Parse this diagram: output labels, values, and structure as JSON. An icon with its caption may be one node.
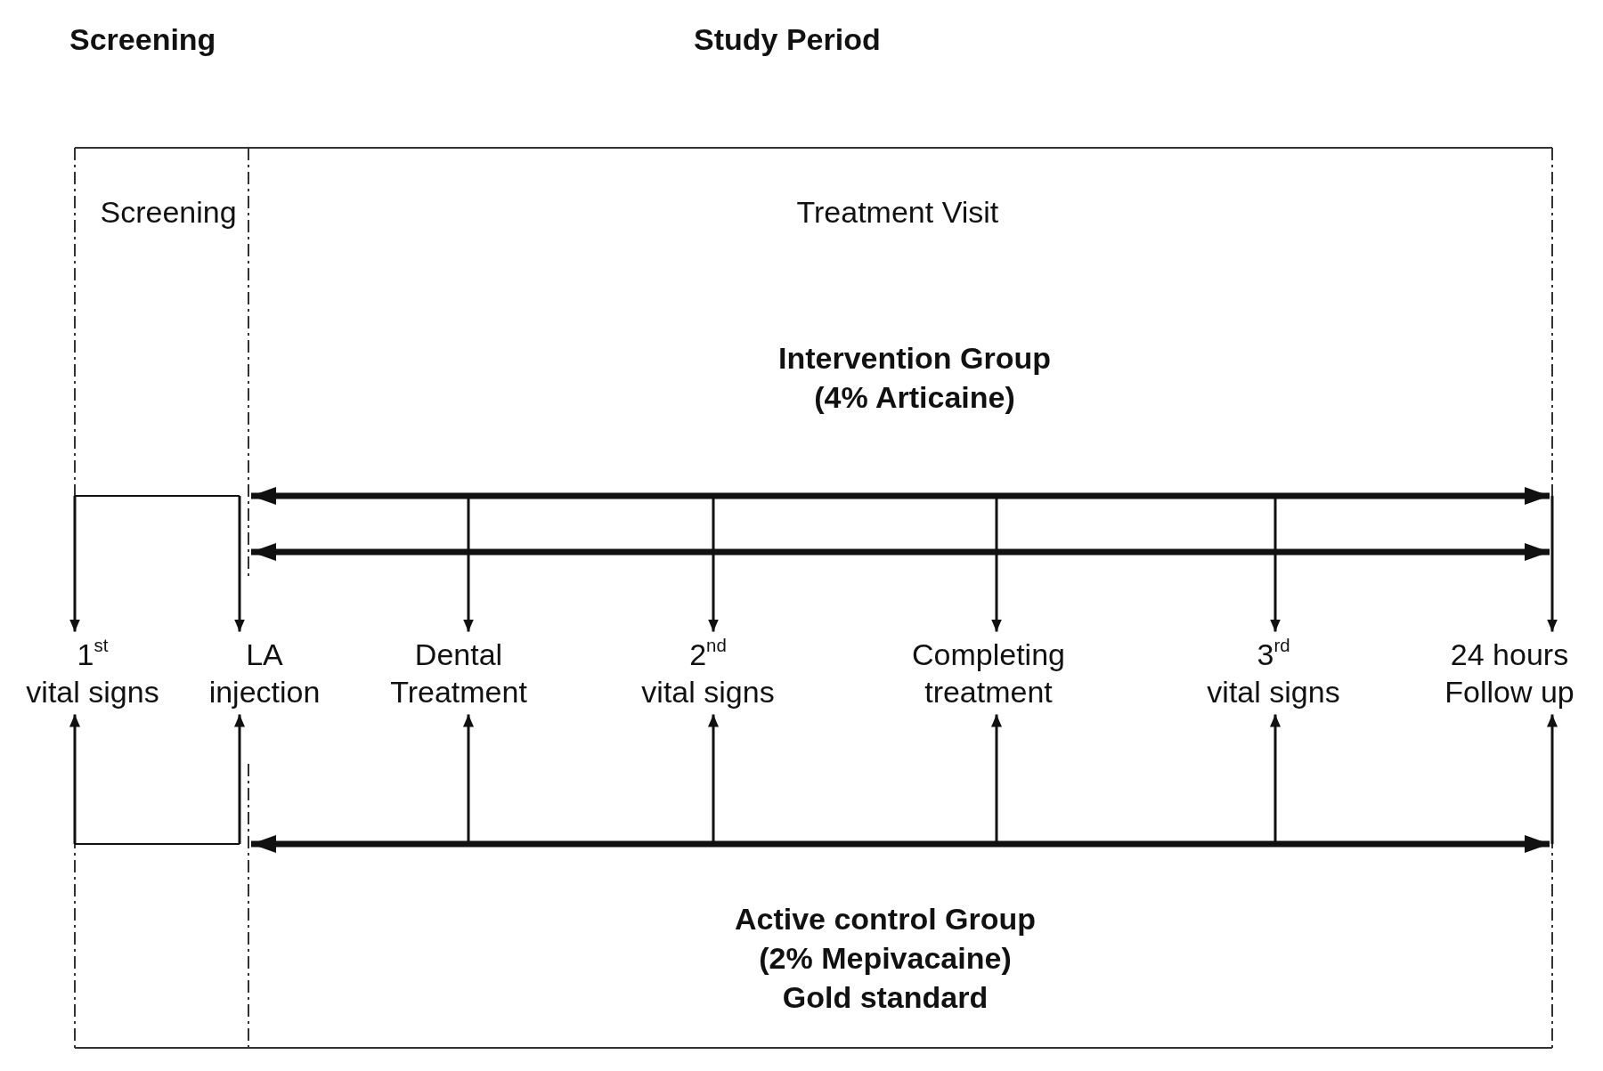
{
  "diagram": {
    "nodes": [
      {
        "text": [
          "1$^{st}$ vital signs"
        ]
      },
      {
        "text": [
          "LA injection"
        ]
      },
      {
        "text": [
          "Dental Treatment"
        ]
      },
      {
        "text": [
          "2$^{nd}$ vital signs"
        ]
      },
      {
        "text": [
          "Completing treatment"
        ]
      },
      {
        "text": [
          "3$^{rd}$ vital signs"
        ]
      },
      {
        "text": [
          "24 hours Follow up"
        ]
      }
    ],
    "edges": [
      {
        "from": null,
        "to": 0,
        "arrow": "to"
      },
      {
        "from": null,
        "to": 1,
        "arrow": "to"
      },
      {
        "from": null,
        "to": 2,
        "arrow": "to"
      },
      {
        "from": null,
        "to": 3,
        "arrow": "to"
      },
      {
        "from": null,
        "to": 4,
        "arrow": "to"
      },
      {
        "from": null,
        "to": 5,
        "arrow": "to"
      },
      {
        "from": null,
        "to": 6,
        "arrow": "to"
      },
      {
        "from": null,
        "to": 0,
        "arrow": "to"
      },
      {
        "from": null,
        "to": 1,
        "arrow": "to"
      },
      {
        "from": null,
        "to": 2,
        "arrow": "to"
      },
      {
        "from": null,
        "to": 3,
        "arrow": "to"
      },
      {
        "from": null,
        "to": 4,
        "arrow": "to"
      },
      {
        "from": null,
        "to": 5,
        "arrow": "to"
      },
      {
        "from": null,
        "to": 6,
        "arrow": "to"
      }
    ],
    "labels": [
      "Screening",
      "Study Period",
      "Screening",
      "Treatment Visit",
      "Intervention Group (4% Articaine)",
      "Active control Group (2% Mepivacaine) Gold standard"
    ]
  }
}
